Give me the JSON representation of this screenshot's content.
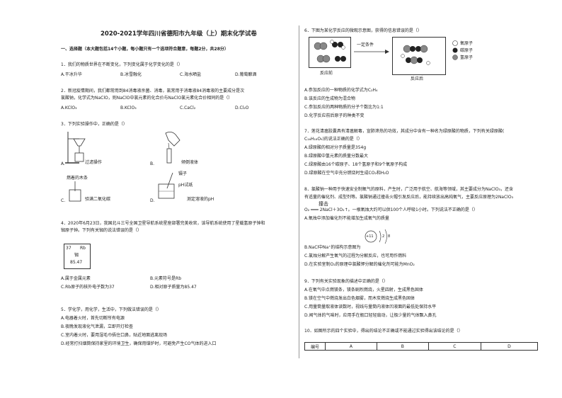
{
  "title": "2020-2021学年四川省德阳市九年级（上）期末化学试卷",
  "section1": "一、选择题（本大题包括14个小题，每小题只有一个选项符合题意，每题2分，共28分）",
  "q1": {
    "stem": "1．我们的物质世界在不断变化，下列变化属于化学变化的是（）",
    "A": "A.干冰升华",
    "B": "B.冰雪融化",
    "C": "C.海水晒盐",
    "D": "D.葡萄酿酒"
  },
  "q2": {
    "line1": "2．新冠疫情期间，我们都常用到84消毒液杀菌、消毒，氯常用于消毒液84消毒液的主要成分是次",
    "line2": "氯酸钠，化学式为NaClO，则NaClO中氯元素的化合价与NaClO氯元素化合价相同的是（）",
    "A": "A.KClO₃",
    "B": "B.KClO₃",
    "C": "C.CaCl₂",
    "D": "D.Cl₂O"
  },
  "q3": {
    "stem": "3．下列实验操作中，正确的是（）",
    "A": "过滤操作",
    "B": "倾倒液体",
    "C": "验满二氧化碳",
    "D": "测定溶液的pH",
    "labelA": "A.",
    "labelB": "B.",
    "labelC": "C.",
    "labelD": "D.",
    "tweezer": "镊子",
    "phpaper": "pH试纸",
    "match": "燃着的木条"
  },
  "q4": {
    "line1": "4．2020年6月23日，我国北斗三号全国卫星导航系统星座部署完美收官，该导航系统使用了星载氢原子钟和",
    "line2": "铷原子钟。下列有关铷的说法错误的是（）",
    "cell_num": "37",
    "cell_sym": "Rb",
    "cell_name": "铷",
    "cell_mass": "85.47",
    "A": "A.属于金属元素",
    "B": "B.元素符号是Rb",
    "C": "C.Rb原子的核外电子数为37",
    "D": "D.相对原子质量为85.47"
  },
  "q5": {
    "stem": "5．学化学，用化学，生活中，下列做法错误的是（）",
    "A": "A.电器着火时，首先切断所有电源",
    "B": "B.夜晚发现液化气泄漏，立即开灯检查",
    "C": "C.室内着火时，要用湿毛巾捂住口鼻，贴近地面逃离现场",
    "D": "D.经常打扫烟筒保持家里的环境卫生，确保用煤炉时，可避免产生CO气体的进入口"
  },
  "q6": {
    "stem": "6．下图为某化学反应的微观示意图，获得的信息错误的是（）",
    "condition": "一定条件",
    "before": "反应前",
    "after": "反应后",
    "legend_o": "氧原子",
    "legend_c": "碳原子",
    "legend_h": "氢原子",
    "A": "A.参加反应的一种物质的化学式为C₂H₄",
    "B": "B.该反应的生成物为混合物",
    "C": "C.参加反应的两种物质的分子个数比为1:1",
    "D": "D.化学反应前后原子的种类不变"
  },
  "q7": {
    "line1": "7．莲花清瘟胶囊具有清瘟解毒，宣肺泄热的功效，其成分中含有一种名为绿原酸的物质，下列有关绿原酸(",
    "line2": "C₁₆H₁₈O₉)的说法正确的是（）",
    "A": "A.绿原酸的相对分子质量是354g",
    "B": "B.绿原酸中氢元素的质量分数最大",
    "C": "C.绿原酸由16个碳原子、18个氢原子和9个氧原子构成",
    "D": "D.绿原酸在空气中充分燃烧时生成CO₂和H₂O"
  },
  "q8": {
    "line1": "8．氯酸钠一种用于快速安全制氧气的原料，产生时，广泛用于航空、航海等领域，其主要成分为NaClO₃，还含",
    "line2": "有适量的催化剂、成型剂等。氯酸钠通过撞击火帽引发反应后，能持续放出高纯氧气，主要反应原理为2NaClO₃",
    "line3": "O₂ ═══ 2NaCl＋3O₂↑。一根氧烛大约可以供100个人呼吸1小时。下列说法不正确的是（）",
    "strike": "撞击",
    "A": "A.氧烛中添加催化剂不能增加生成氧气的质量",
    "ion_nucleus": "+11",
    "ion_e1": "2",
    "ion_e2": "8",
    "B": "B.NaCl中Na⁺的结构示意图为",
    "C": "C.氯烛分解产生氧气的过程为分解反应，也可用作燃料",
    "D": "D.在实验室制O₂的原理中氯酸钾分解的催化剂可能为MnO₂"
  },
  "q9": {
    "stem": "9．下列有关实验现象的描述中正确的是（）",
    "A": "A.在氧气中点燃镁条，镁条剧烈燃烧，火星四射，生成黑色固体",
    "B": "B.镁在空气中燃烧发出白色烟雾，而木炭燃烧生成黑色固体",
    "C": "C.用量筒量取液体读数时，视线与量筒内液体凹液面的最低处保持水平",
    "D": "D.闻气体的气味时，应用手在瓶口轻轻扇动，让极少量的气体飘入鼻孔"
  },
  "q10": {
    "stem": "10．如图所示的四个实验中，得出的结论不正确或不能通过实验得出该结论的是（）",
    "headers": [
      "编号",
      "A",
      "B",
      "C",
      "D"
    ]
  }
}
